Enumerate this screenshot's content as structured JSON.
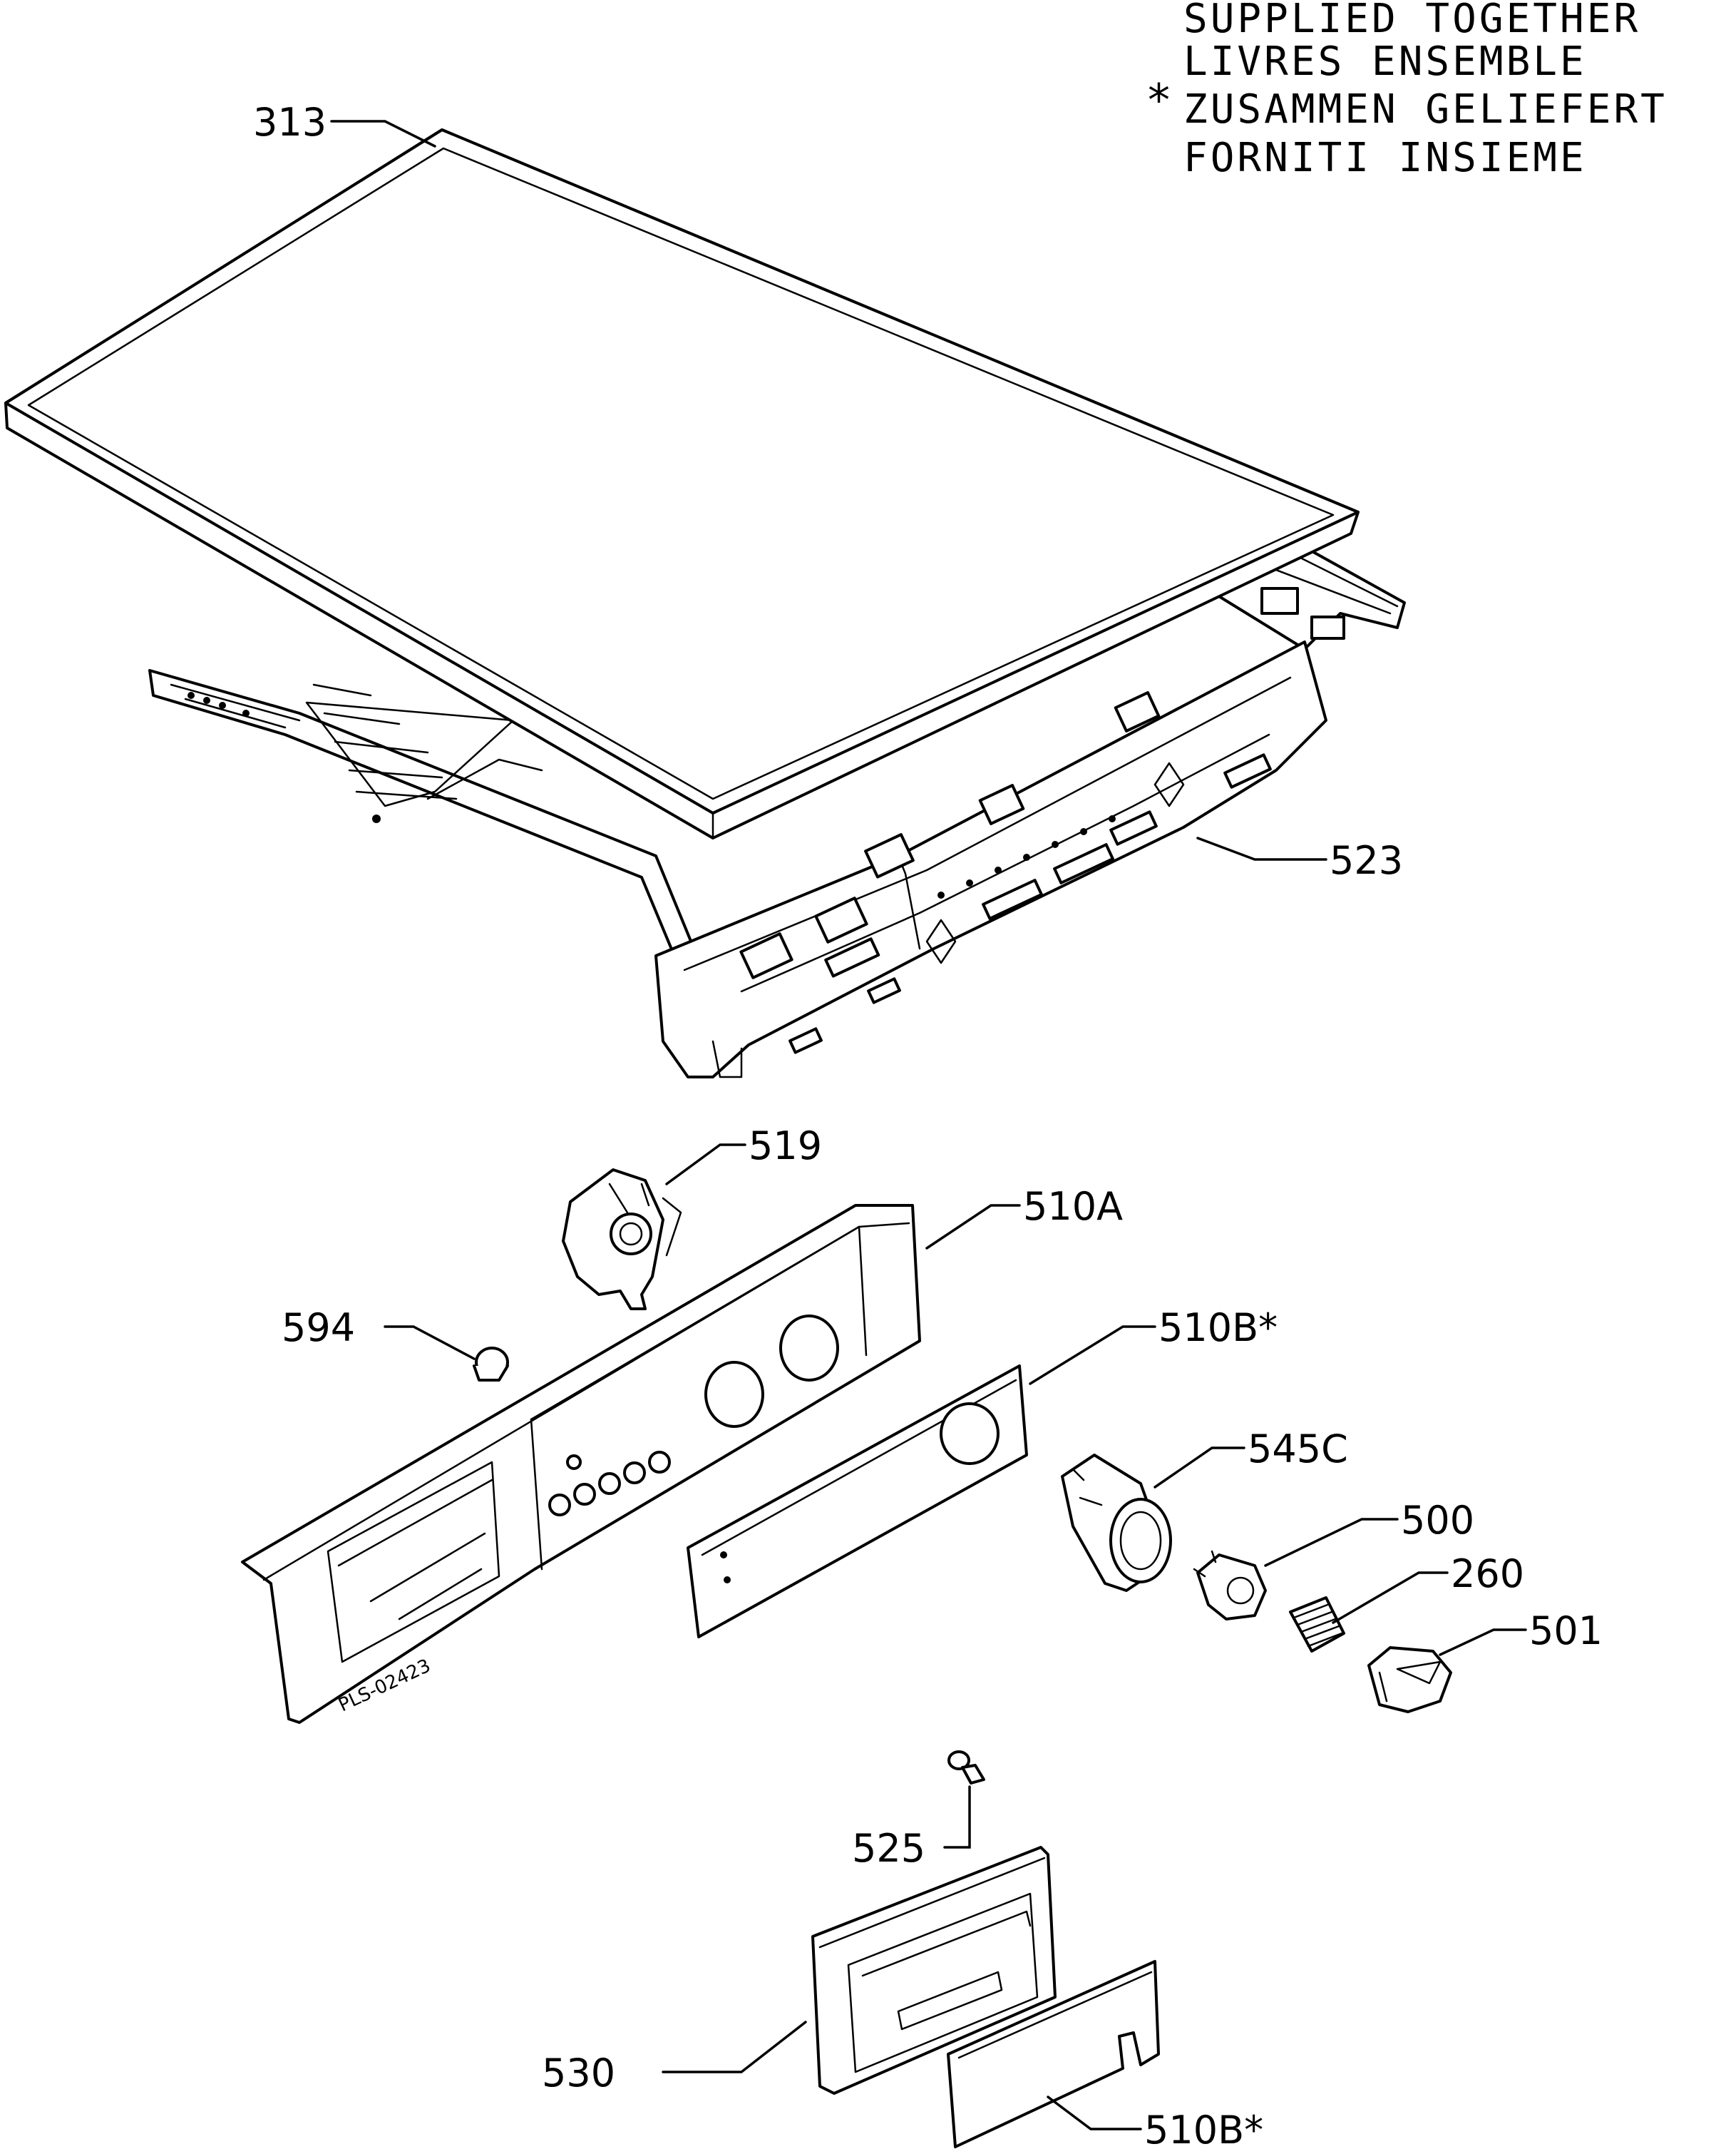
{
  "note": {
    "lines": [
      "SUPPLIED TOGETHER",
      "LIVRES ENSEMBLE",
      "ZUSAMMEN GELIEFERT",
      "FORNITI INSIEME"
    ],
    "marker": "*"
  },
  "drawing_code": "PLS-02423",
  "callouts": [
    {
      "id": "313",
      "text": "313"
    },
    {
      "id": "523",
      "text": "523"
    },
    {
      "id": "519",
      "text": "519"
    },
    {
      "id": "510A",
      "text": "510A"
    },
    {
      "id": "594",
      "text": "594"
    },
    {
      "id": "510B-1",
      "text": "510B*"
    },
    {
      "id": "545C",
      "text": "545C"
    },
    {
      "id": "500",
      "text": "500"
    },
    {
      "id": "260",
      "text": "260"
    },
    {
      "id": "501",
      "text": "501"
    },
    {
      "id": "525",
      "text": "525"
    },
    {
      "id": "530",
      "text": "530"
    },
    {
      "id": "510B-2",
      "text": "510B*"
    }
  ]
}
